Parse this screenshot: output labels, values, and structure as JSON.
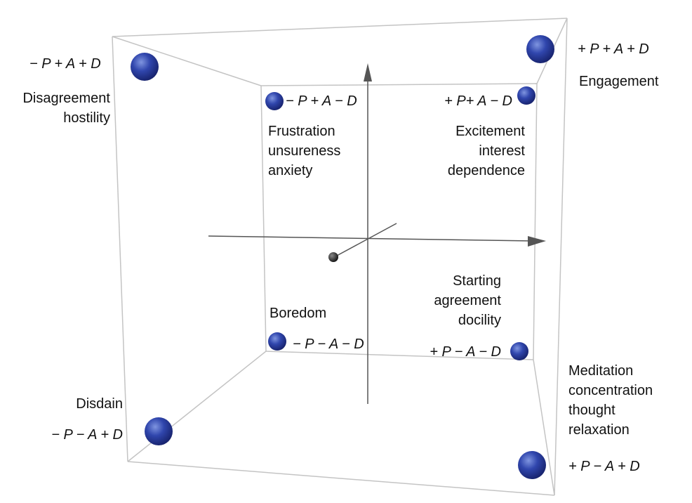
{
  "colors": {
    "cube_edges": "#c4c4c4",
    "axis": "#555555",
    "sphere_light": "#7f95e0",
    "sphere_mid": "#3046ad",
    "sphere_dark": "#16216a",
    "origin_sphere": "#222222",
    "text": "#111111"
  },
  "octants": {
    "front_top_left": {
      "code": "− P + A + D",
      "words": [
        "Disagreement",
        "hostility"
      ]
    },
    "front_top_right": {
      "code": "+ P + A + D",
      "words": [
        "Engagement"
      ]
    },
    "back_top_left": {
      "code": "− P + A − D",
      "words": [
        "Frustration",
        "unsureness",
        "anxiety"
      ]
    },
    "back_top_right": {
      "code": "+ P+ A − D",
      "words": [
        "Excitement",
        "interest",
        "dependence"
      ]
    },
    "back_bottom_left": {
      "code": "− P − A − D",
      "words": [
        "Boredom"
      ]
    },
    "back_bottom_right": {
      "code": "+ P − A − D",
      "words": [
        "Starting",
        "agreement",
        "docility"
      ]
    },
    "front_bottom_left": {
      "code": "− P − A + D",
      "words": [
        "Disdain"
      ]
    },
    "front_bottom_right": {
      "code": "+ P − A + D",
      "words": [
        "Meditation",
        "concentration",
        "thought",
        "relaxation"
      ]
    }
  }
}
